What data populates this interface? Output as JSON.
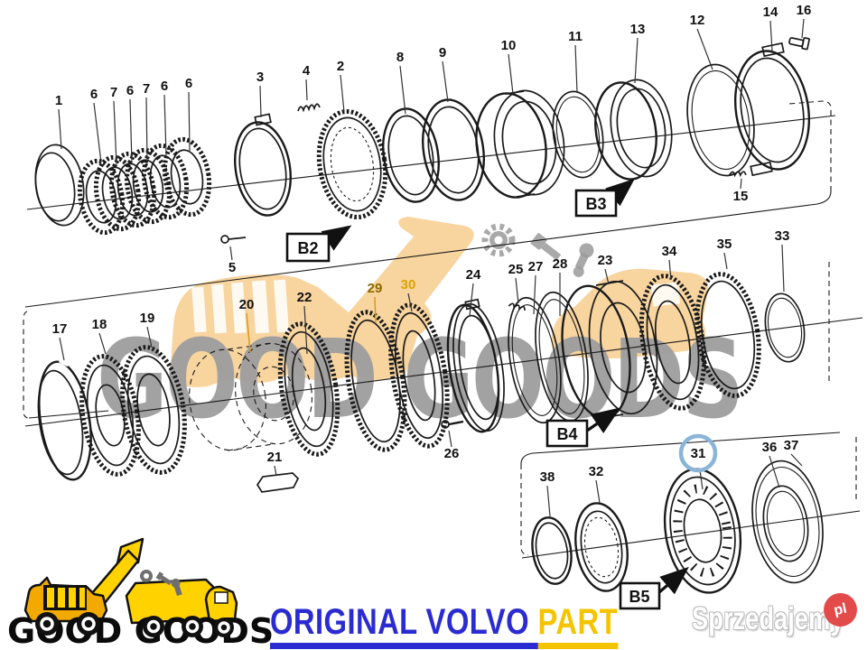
{
  "watermark": {
    "brand": "GOOD GOODS",
    "portal": "Sprzedajemy",
    "portal_suffix": "pl"
  },
  "footer": {
    "brand": "GOOD GOODS",
    "headline_blue": "ORIGINAL VOLVO ",
    "headline_yellow": "PART"
  },
  "colors": {
    "headline_blue": "#2b2bd2",
    "headline_yellow": "#f5c400",
    "tractor_orange": "#f1a93f",
    "portal_red": "#e34b4b",
    "highlight_circle_blue": "#8ab4d8",
    "watermark_gray": "#9e9e9e",
    "yellow_label": "#d9a400"
  },
  "groups": {
    "b2": "B2",
    "b3": "B3",
    "b4": "B4",
    "b5": "B5"
  },
  "parts": {
    "n1": "1",
    "n2": "2",
    "n3": "3",
    "n4": "4",
    "n5": "5",
    "n6": "6",
    "n7": "7",
    "n8": "8",
    "n9": "9",
    "n10": "10",
    "n11": "11",
    "n12": "12",
    "n13": "13",
    "n14": "14",
    "n15": "15",
    "n16": "16",
    "n17": "17",
    "n18": "18",
    "n19": "19",
    "n20": "20",
    "n21": "21",
    "n22": "22",
    "n23": "23",
    "n24": "24",
    "n25": "25",
    "n26": "26",
    "n27": "27",
    "n28": "28",
    "n29": "29",
    "n30": "30",
    "n31": "31",
    "n32": "32",
    "n33": "33",
    "n34": "34",
    "n35": "35",
    "n36": "36",
    "n37": "37",
    "n38": "38"
  },
  "highlight": {
    "circled_part": "31"
  }
}
